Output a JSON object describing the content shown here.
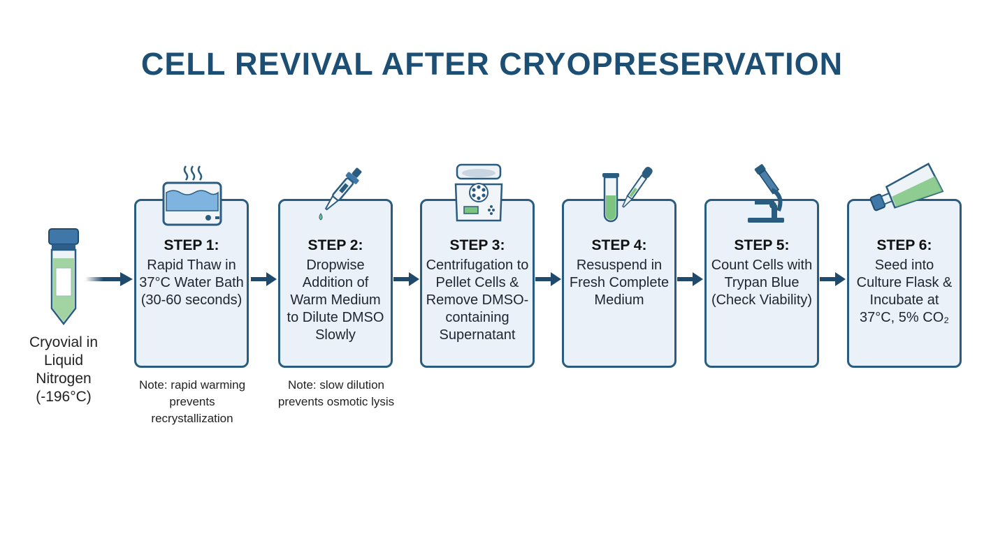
{
  "title": "CELL REVIVAL AFTER CRYOPRESERVATION",
  "start_label": "Cryovial in Liquid Nitrogen (-196°C)",
  "steps": [
    {
      "title": "STEP 1:",
      "desc": "Rapid Thaw in 37°C Water Bath (30-60 seconds)",
      "icon": "water-bath-icon"
    },
    {
      "title": "STEP 2:",
      "desc": "Dropwise Addition of Warm Medium to Dilute DMSO Slowly",
      "icon": "pipette-icon"
    },
    {
      "title": "STEP 3:",
      "desc": "Centrifugation to Pellet Cells & Remove DMSO-containing Supernatant",
      "icon": "centrifuge-icon"
    },
    {
      "title": "STEP 4:",
      "desc": "Resuspend in Fresh Complete Medium",
      "icon": "test-tube-dropper-icon"
    },
    {
      "title": "STEP 5:",
      "desc": "Count Cells with Trypan Blue (Check Viability)",
      "icon": "microscope-icon"
    },
    {
      "title": "STEP 6:",
      "desc": "Seed into Culture Flask & Incubate at 37°C, 5% CO₂",
      "icon": "culture-flask-icon"
    }
  ],
  "notes": [
    "Note: rapid warming prevents recrystallization",
    "Note: slow dilution prevents osmotic lysis"
  ],
  "colors": {
    "title": "#1d4e73",
    "box_border": "#2a5c80",
    "box_fill": "#eaf1f8",
    "arrow": "#1f4a6b",
    "accent_green": "#7cc47f",
    "accent_blue": "#6aa7d8"
  }
}
